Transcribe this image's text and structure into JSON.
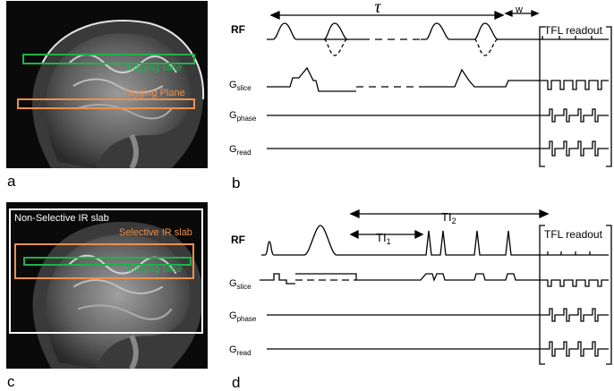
{
  "panels": {
    "a": {
      "label": "a",
      "imaging_slice": "Imaging slice",
      "tagging_plane": "Tagging Plane"
    },
    "b": {
      "label": "b",
      "tau": "τ",
      "w": "w",
      "readout": "TFL readout",
      "rows": {
        "rf": "RF",
        "g_slice_main": "G",
        "g_slice_sub": "slice",
        "g_phase_main": "G",
        "g_phase_sub": "phase",
        "g_read_main": "G",
        "g_read_sub": "read"
      }
    },
    "c": {
      "label": "c",
      "nonselective": "Non-Selective IR slab",
      "selective": "Selective IR slab",
      "imaging_slice": "Imaging slice"
    },
    "d": {
      "label": "d",
      "ti1_main": "TI",
      "ti1_sub": "1",
      "ti2_main": "TI",
      "ti2_sub": "2",
      "readout": "TFL readout",
      "rows": {
        "rf": "RF",
        "g_slice_main": "G",
        "g_slice_sub": "slice",
        "g_phase_main": "G",
        "g_phase_sub": "phase",
        "g_read_main": "G",
        "g_read_sub": "read"
      }
    }
  },
  "colors": {
    "green": "#1db34a",
    "orange": "#f0904a",
    "white": "#ffffff",
    "black": "#000000"
  }
}
